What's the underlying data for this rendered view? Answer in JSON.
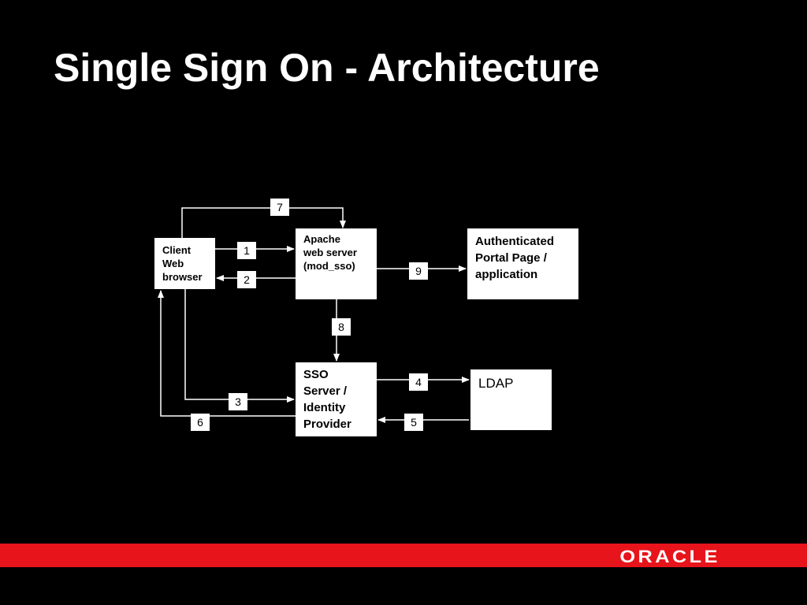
{
  "slide": {
    "title": "Single Sign On - Architecture"
  },
  "diagram": {
    "nodes": {
      "client": "Client\nWeb\nbrowser",
      "apache": "Apache\nweb server\n(mod_sso)",
      "portal": "Authenticated\nPortal Page /\napplication",
      "sso": "SSO\nServer /\nIdentity\nProvider",
      "ldap": "LDAP"
    },
    "steps": {
      "s1": "1",
      "s2": "2",
      "s3": "3",
      "s4": "4",
      "s5": "5",
      "s6": "6",
      "s7": "7",
      "s8": "8",
      "s9": "9"
    }
  },
  "footer": {
    "logo": "ORACLE",
    "bar_color": "#e8141b"
  }
}
